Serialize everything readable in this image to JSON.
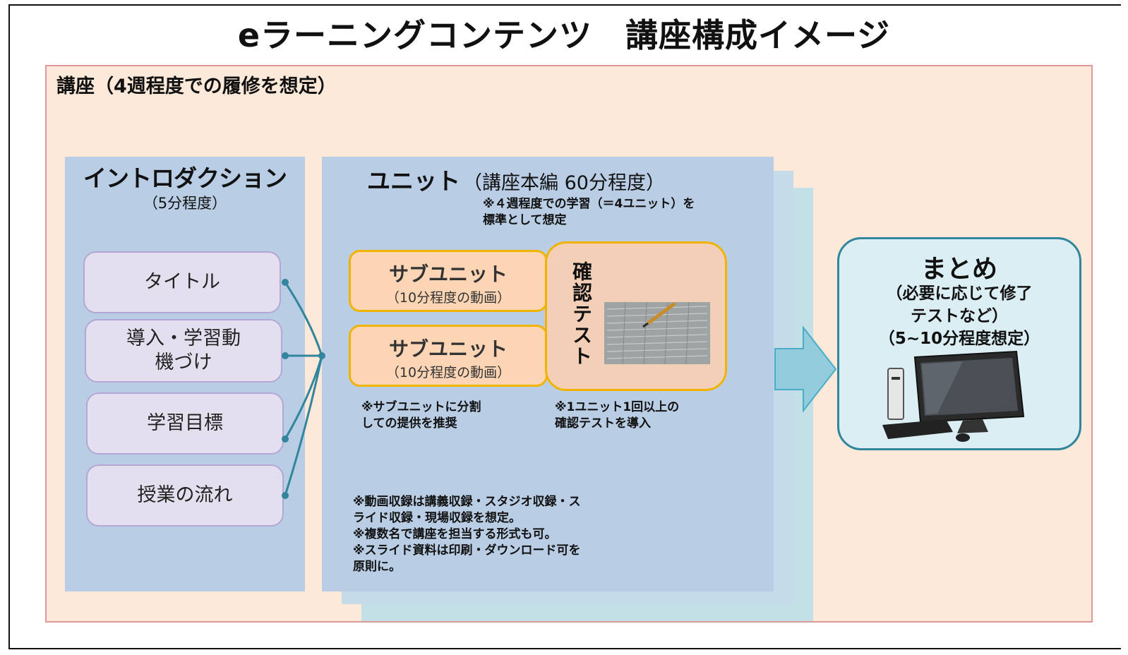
{
  "title": "eラーニングコンテンツ　講座構成イメージ",
  "course": {
    "label": "講座（4週程度での履修を想定）"
  },
  "intro": {
    "title": "イントロダクション",
    "subtitle": "（5分程度）",
    "items": [
      "タイトル",
      "導入・学習動\n機づけ",
      "学習目標",
      "授業の流れ"
    ]
  },
  "unit": {
    "title": "ユニット",
    "title_paren": "（講座本編 60分程度）",
    "note_top": "※４週程度での学習（＝4ユニット）を\n標準として想定",
    "subunits": [
      {
        "label": "サブユニット",
        "sub": "（10分程度の動画）"
      },
      {
        "label": "サブユニット",
        "sub": "（10分程度の動画）"
      }
    ],
    "test_label": "確認テスト",
    "note_sub": "※サブユニットに分割\nしての提供を推奨",
    "note_test": "※1ユニット1回以上の\n確認テストを導入",
    "note_bottom": "※動画収録は講義収録・スタジオ収録・ス\nライド収録・現場収録を想定。\n※複数名で講座を担当する形式も可。\n※スライド資料は印刷・ダウンロード可を\n原則に。"
  },
  "summary": {
    "title": "まとめ",
    "lines": [
      "（必要に応じて修了",
      "テストなど）",
      "（5~10分程度想定）"
    ]
  },
  "colors": {
    "course_bg": "#fde9d9",
    "panel_bg": "#b9cde5",
    "pill_bg": "#e4dfee",
    "subunit_bg": "#fcd5b5",
    "accent_border": "#f0b400",
    "arrow": "#93cddd",
    "connector": "#31859c"
  },
  "icons": [
    "test-sheet-pencil-icon",
    "desktop-computer-icon",
    "right-arrow-icon"
  ]
}
